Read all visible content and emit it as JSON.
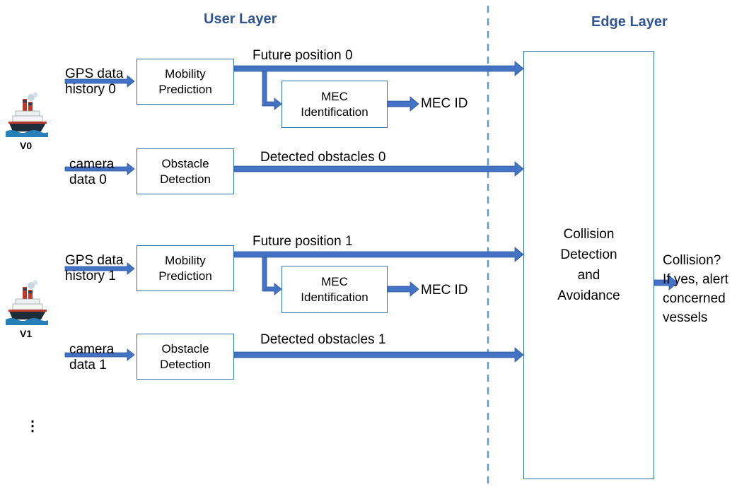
{
  "layers": {
    "user": "User Layer",
    "edge": "Edge Layer"
  },
  "vessels": [
    {
      "label": "V0",
      "gps_input": "GPS data\nhistory 0",
      "camera_input": "camera\ndata 0",
      "mobility_box": "Mobility\nPrediction",
      "mec_box": "MEC\nIdentification",
      "mec_output": "MEC ID",
      "future_label": "Future position  0",
      "obstacle_box": "Obstacle\nDetection",
      "obstacles_label": "Detected obstacles 0"
    },
    {
      "label": "V1",
      "gps_input": "GPS data\nhistory 1",
      "camera_input": "camera\ndata 1",
      "mobility_box": "Mobility\nPrediction",
      "mec_box": "MEC\nIdentification",
      "mec_output": "MEC ID",
      "future_label": "Future position  1",
      "obstacle_box": "Obstacle\nDetection",
      "obstacles_label": "Detected obstacles 1"
    }
  ],
  "edge": {
    "collision_box": "Collision\nDetection\nand\nAvoidance",
    "output": "Collision?\nIf yes, alert\nconcerned\nvessels"
  },
  "ellipsis": "⋮",
  "colors": {
    "arrow": "#4472c4",
    "arrow_stroke": "#2f5597",
    "box_border": "#2e75b6",
    "divider": "#5b9bd5",
    "title": "#2f5597"
  }
}
